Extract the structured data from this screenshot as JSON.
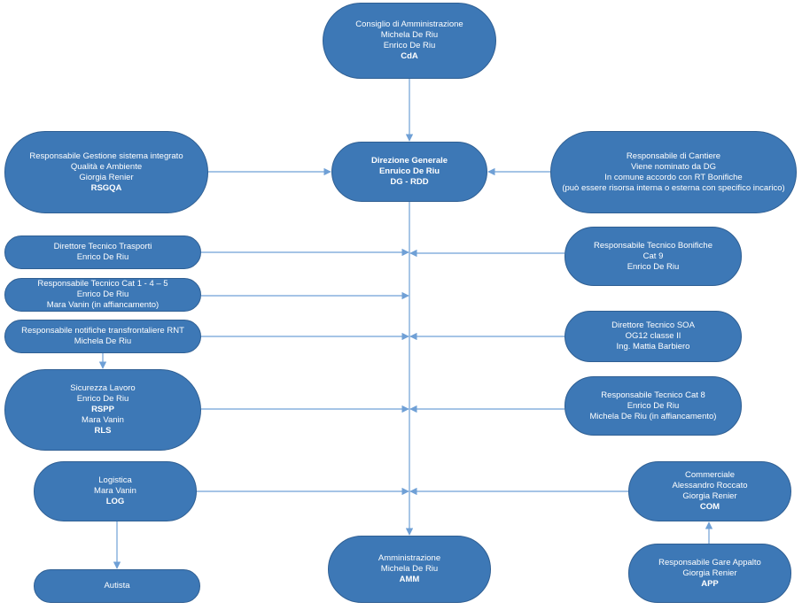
{
  "colors": {
    "box_fill": "#3d78b6",
    "box_border": "#2f5f93",
    "text": "#ffffff",
    "connector": "#6fa0d6"
  },
  "nodes": {
    "cda": {
      "lines": [
        "Consiglio di Amministrazione",
        "Michela De Riu",
        "Enrico De Riu"
      ],
      "code": "CdA"
    },
    "dg": {
      "title": "Direzione Generale",
      "name": "Enruico De Riu",
      "code": "DG - RDD"
    },
    "rsgqa": {
      "lines": [
        "Responsabile Gestione sistema integrato",
        "Qualità e Ambiente",
        "Giorgia Renier"
      ],
      "code": "RSGQA"
    },
    "cantiere": {
      "lines": [
        "Responsabile di Cantiere",
        "Viene nominato da DG",
        "In comune accordo con RT Bonifiche",
        "(può essere risorsa interna o esterna con specifico incarico)"
      ]
    },
    "dt_trasporti": {
      "lines": [
        "Direttore Tecnico Trasporti",
        "Enrico De Riu"
      ]
    },
    "rt_bonifiche": {
      "lines": [
        "Responsabile Tecnico Bonifiche",
        "Cat 9",
        "Enrico De Riu"
      ]
    },
    "rt_cat145": {
      "lines": [
        "Responsabile Tecnico Cat 1 - 4 – 5",
        "Enrico De Riu",
        "Mara Vanin (in affiancamento)"
      ]
    },
    "rnt": {
      "lines": [
        "Responsabile notifiche transfrontaliere RNT",
        "Michela De Riu"
      ]
    },
    "dt_soa": {
      "lines": [
        "Direttore Tecnico SOA",
        "OG12 classe II",
        "Ing. Mattia Barbiero"
      ]
    },
    "sicurezza": {
      "line1": "Sicurezza Lavoro",
      "line2": "Enrico De Riu",
      "code1": "RSPP",
      "line3": "Mara Vanin",
      "code2": "RLS"
    },
    "rt_cat8": {
      "lines": [
        "Responsabile Tecnico Cat 8",
        "Enrico De Riu",
        "Michela De Riu (in affiancamento)"
      ]
    },
    "logistica": {
      "lines": [
        "Logistica",
        "Mara Vanin"
      ],
      "code": "LOG"
    },
    "commerciale": {
      "lines": [
        "Commerciale",
        "Alessandro Roccato",
        "Giorgia Renier"
      ],
      "code": "COM"
    },
    "autista": {
      "lines": [
        "Autista"
      ]
    },
    "amministrazione": {
      "lines": [
        "Amministrazione",
        "Michela De Riu"
      ],
      "code": "AMM"
    },
    "gare": {
      "lines": [
        "Responsabile Gare Appalto",
        "Giorgia Renier"
      ],
      "code": "APP"
    }
  }
}
